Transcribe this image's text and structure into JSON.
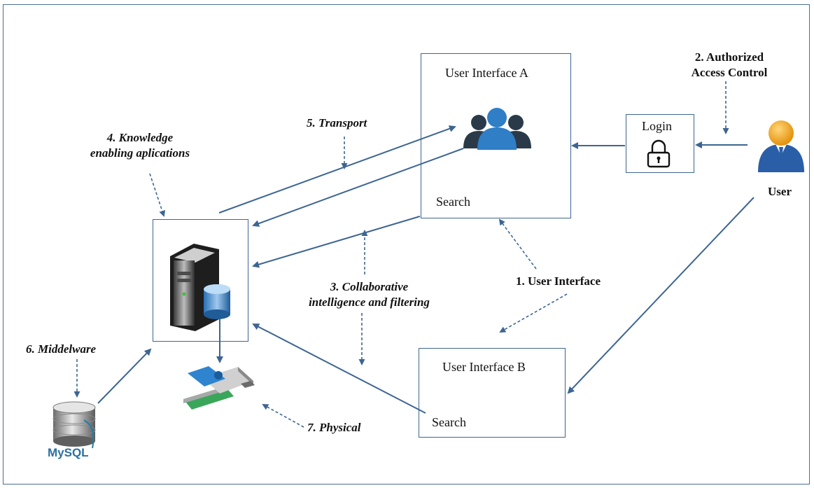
{
  "nodes": {
    "ui_a": {
      "title": "User Interface A",
      "search": "Search"
    },
    "ui_b": {
      "title": "User Interface B",
      "search": "Search"
    },
    "login": {
      "title": "Login"
    },
    "user": {
      "label": "User"
    },
    "mysql": {
      "logo_text": "MySQL"
    }
  },
  "labels": {
    "authorized_line1": "2. Authorized",
    "authorized_line2": "Access Control",
    "knowledge_line1": "4. Knowledge",
    "knowledge_line2": "enabling aplications",
    "transport": "5. Transport",
    "collab_line1": "3. Collaborative",
    "collab_line2": "intelligence and filtering",
    "user_interface": "1. User Interface",
    "middleware": "6. Middelware",
    "physical": "7. Physical"
  },
  "colors": {
    "arrow": "#3d6592",
    "frame": "#4a6f98",
    "accent_blue": "#2f7ec6",
    "user_orange": "#f2a31b"
  },
  "icons": [
    "users-group-icon",
    "lock-icon",
    "user-icon",
    "server-icon",
    "usb-drive-icon",
    "mysql-database-icon"
  ]
}
